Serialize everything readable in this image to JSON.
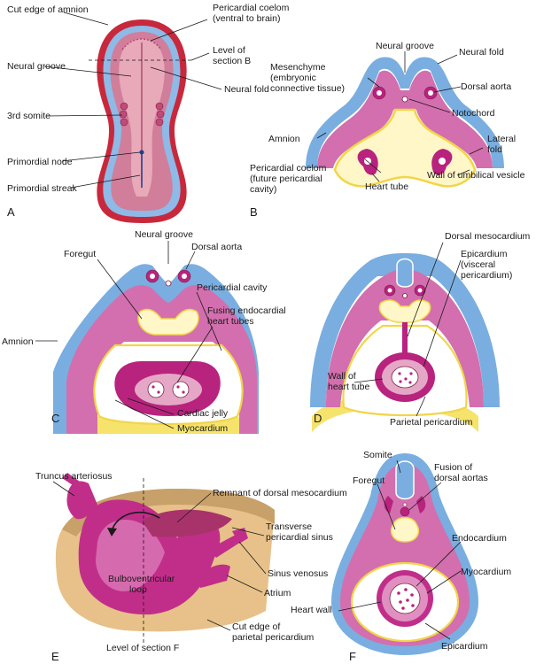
{
  "panels": {
    "A": {
      "letter": "A",
      "labels": {
        "cut_edge_amnion": "Cut edge of amnion",
        "pericardial_coelom_1": "Pericardial coelom",
        "pericardial_coelom_2": "(ventral to brain)",
        "level_b_1": "Level of",
        "level_b_2": "section B",
        "neural_groove": "Neural groove",
        "neural_fold": "Neural fold",
        "third_somite": "3rd somite",
        "primordial_node": "Primordial node",
        "primordial_streak": "Primordial streak"
      }
    },
    "B": {
      "letter": "B",
      "labels": {
        "neural_groove": "Neural groove",
        "neural_fold": "Neural fold",
        "mesenchyme_1": "Mesenchyme",
        "mesenchyme_2": "(embryonic",
        "mesenchyme_3": "connective tissue)",
        "dorsal_aorta": "Dorsal aorta",
        "notochord": "Notochord",
        "amnion": "Amnion",
        "lateral_fold_1": "Lateral",
        "lateral_fold_2": "fold",
        "pericardial_coelom_1": "Pericardial coelom",
        "pericardial_coelom_2": "(future pericardial",
        "pericardial_coelom_3": "cavity)",
        "heart_tube": "Heart tube",
        "umbilical_vesicle": "Wall of umbilical vesicle"
      }
    },
    "C": {
      "letter": "C",
      "labels": {
        "neural_groove": "Neural groove",
        "dorsal_aorta": "Dorsal aorta",
        "foregut": "Foregut",
        "pericardial_cavity": "Pericardial cavity",
        "fusing_1": "Fusing endocardial",
        "fusing_2": "heart tubes",
        "amnion": "Amnion",
        "cardiac_jelly": "Cardiac jelly",
        "myocardium": "Myocardium"
      }
    },
    "D": {
      "letter": "D",
      "labels": {
        "dorsal_mesocardium": "Dorsal mesocardium",
        "epicardium_1": "Epicardium",
        "epicardium_2": "(visceral",
        "epicardium_3": "pericardium)",
        "wall_heart_tube_1": "Wall of",
        "wall_heart_tube_2": "heart tube",
        "parietal_pericardium": "Parietal pericardium"
      }
    },
    "E": {
      "letter": "E",
      "labels": {
        "truncus": "Truncus arteriosus",
        "remnant": "Remnant of dorsal mesocardium",
        "transverse_1": "Transverse",
        "transverse_2": "pericardial sinus",
        "sinus_venosus": "Sinus venosus",
        "bulbo_1": "Bulboventricular",
        "bulbo_2": "loop",
        "atrium": "Atrium",
        "cut_edge_1": "Cut edge of",
        "cut_edge_2": "parietal pericardium",
        "level_f": "Level of section F"
      }
    },
    "F": {
      "letter": "F",
      "labels": {
        "somite": "Somite",
        "foregut": "Foregut",
        "fusion_1": "Fusion of",
        "fusion_2": "dorsal aortas",
        "endocardium": "Endocardium",
        "myocardium": "Myocardium",
        "heart_wall": "Heart wall",
        "epicardium": "Epicardium"
      }
    }
  },
  "colors": {
    "ectoderm_blue": "#7aaee0",
    "mesoderm_pink": "#d36fae",
    "tissue_magenta": "#b8237e",
    "amnion_red": "#c8283c",
    "yolk_yellow": "#f5e36b",
    "tan": "#e7c189",
    "light_blue": "#cfe0f5"
  }
}
